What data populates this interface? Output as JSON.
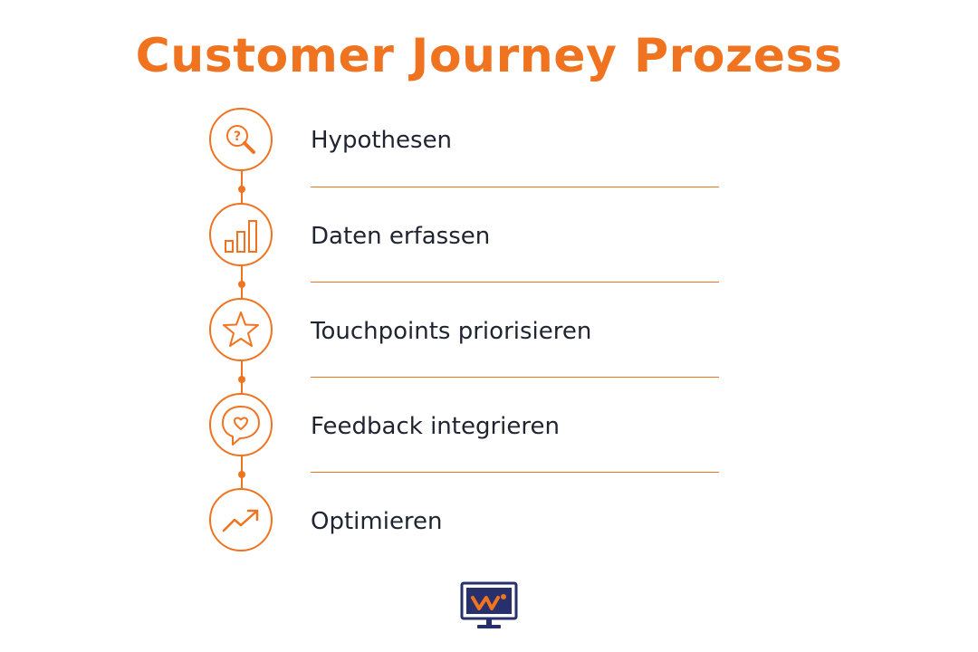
{
  "title": "Customer Journey Prozess",
  "accent_color": "#f07320",
  "text_color": "#1f2430",
  "logo_color": "#27306b",
  "steps": [
    {
      "label": "Hypothesen",
      "icon": "question-magnifier-icon"
    },
    {
      "label": "Daten erfassen",
      "icon": "bar-chart-icon"
    },
    {
      "label": "Touchpoints priorisieren",
      "icon": "star-icon"
    },
    {
      "label": "Feedback integrieren",
      "icon": "heart-speech-bubble-icon"
    },
    {
      "label": "Optimieren",
      "icon": "trend-up-arrow-icon"
    }
  ]
}
